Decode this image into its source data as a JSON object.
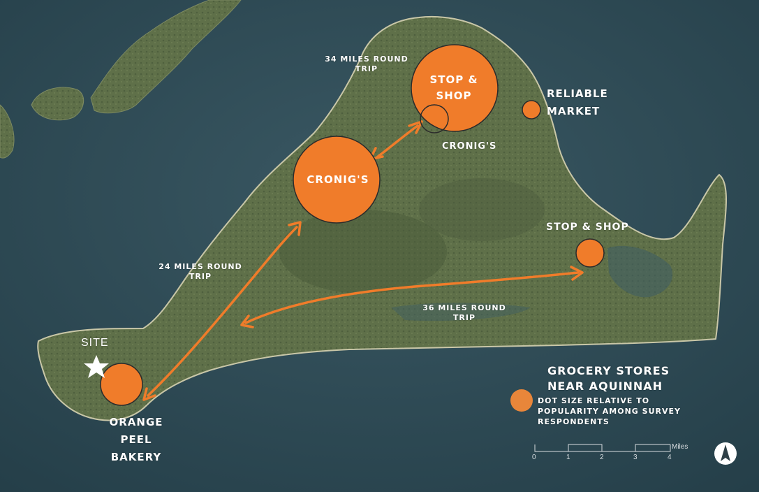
{
  "map": {
    "site_label": "SITE",
    "stores": [
      {
        "id": "stop-shop-north",
        "label": "STOP & SHOP",
        "lines": [
          "STOP &",
          "SHOP"
        ],
        "color": "#f07c2a"
      },
      {
        "id": "cronigs-small",
        "label": "CRONIG'S",
        "color": "#f07c2a"
      },
      {
        "id": "cronigs-large",
        "label": "CRONIG'S",
        "color": "#f07c2a"
      },
      {
        "id": "reliable-market",
        "label": "RELIABLE MARKET",
        "lines": [
          "RELIABLE",
          "MARKET"
        ],
        "color": "#f07c2a"
      },
      {
        "id": "stop-shop-east",
        "label": "STOP & SHOP",
        "color": "#f07c2a"
      },
      {
        "id": "orange-peel-bakery",
        "label": "ORANGE PEEL BAKERY",
        "lines": [
          "ORANGE",
          "PEEL",
          "BAKERY"
        ],
        "color": "#f07c2a"
      }
    ],
    "trips": [
      {
        "id": "trip-34",
        "lines": [
          "34 MILES ROUND",
          "TRIP"
        ]
      },
      {
        "id": "trip-24",
        "lines": [
          "24 MILES ROUND",
          "TRIP"
        ]
      },
      {
        "id": "trip-36",
        "lines": [
          "36 MILES ROUND",
          "TRIP"
        ]
      }
    ],
    "legend": {
      "title_lines": [
        "GROCERY STORES",
        "NEAR AQUINNAH"
      ],
      "subtitle_lines": [
        "DOT SIZE RELATIVE TO",
        "POPULARITY AMONG SURVEY",
        "RESPONDENTS"
      ],
      "dot_color": "#e8863a"
    },
    "scale_bar": {
      "unit": "Miles",
      "ticks": [
        "0",
        "1",
        "2",
        "3",
        "4"
      ]
    },
    "north_arrow_icon": "north-arrow-icon",
    "colors": {
      "water": "#2e4a55",
      "land": "#5d6e48",
      "marker": "#f07c2a",
      "arrow": "#f07c2a",
      "text": "#ffffff"
    }
  }
}
